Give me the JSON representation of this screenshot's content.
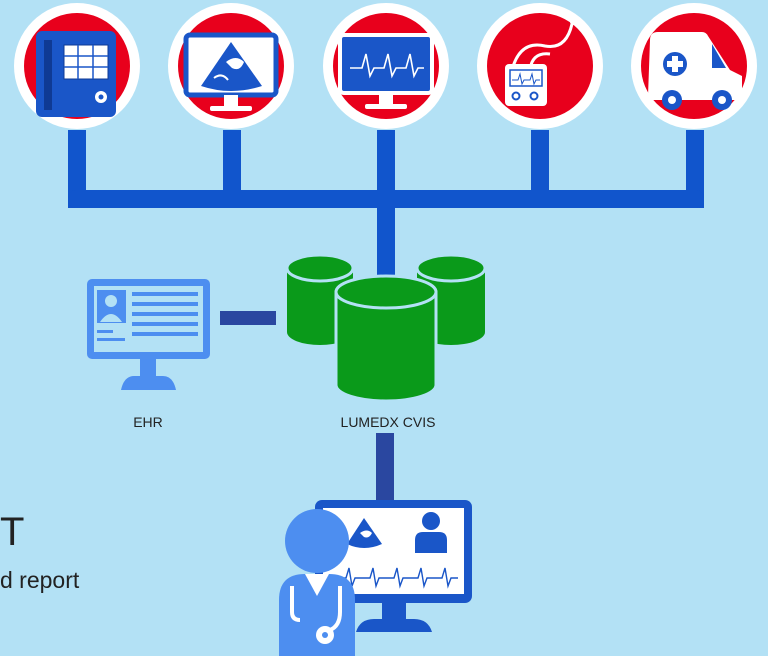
{
  "labels": {
    "ehr": "EHR",
    "cvis": "LUMEDX CVIS"
  },
  "partial_text": {
    "heading": "T",
    "subtext": "d report"
  },
  "colors": {
    "background": "#b3e1f5",
    "network": "#1155cc",
    "device_circle": "#e8001c",
    "device_ring": "#ffffff",
    "database": "#0a9a1a",
    "ehr_blue": "#4d8ef0",
    "workstation": "#1a56c8"
  },
  "icons": [
    "phone-terminal-icon",
    "echo-monitor-icon",
    "ecg-monitor-icon",
    "holter-device-icon",
    "ambulance-icon",
    "ehr-monitor-icon",
    "database-icon",
    "physician-icon",
    "workstation-monitor-icon"
  ]
}
